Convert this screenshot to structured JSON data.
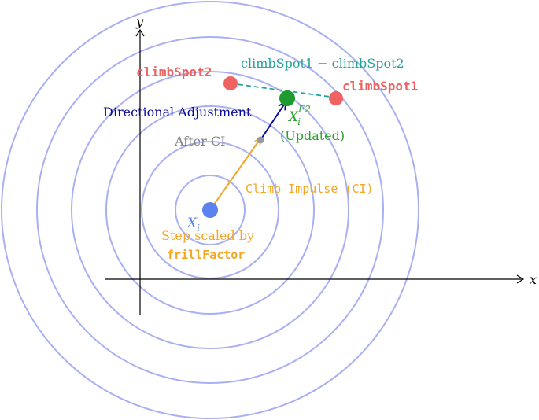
{
  "axes": {
    "x_label": "x",
    "y_label": "y"
  },
  "labels": {
    "xi_base": "X",
    "xi_sub": "i",
    "xf2_base": "X",
    "xf2_sub": "i",
    "xf2_sup": "F2",
    "updated": "(Updated)",
    "after_ci": "After CI",
    "climb_impulse": "Climb Impulse (CI)",
    "directional_adjustment": "Directional Adjustment",
    "step_scaled_line1": "Step scaled by",
    "step_scaled_line2": "frillFactor",
    "climbspot1": "climbSpot1",
    "climbspot2": "climbSpot2",
    "difference": "climbSpot1 − climbSpot2"
  },
  "colors": {
    "circles": "#a9b0f2",
    "axes": "#000000",
    "xi": "#5b82f0",
    "after_ci": "#7f7f7f",
    "climb_impulse": "#f5a623",
    "directional": "#0a0a9a",
    "updated": "#2ca02c",
    "climbspot": "#f06262",
    "difference": "#1fa39a"
  },
  "icons": {
    "x_axis_arrow": "arrowhead-right-icon",
    "y_axis_arrow": "arrowhead-up-icon"
  }
}
